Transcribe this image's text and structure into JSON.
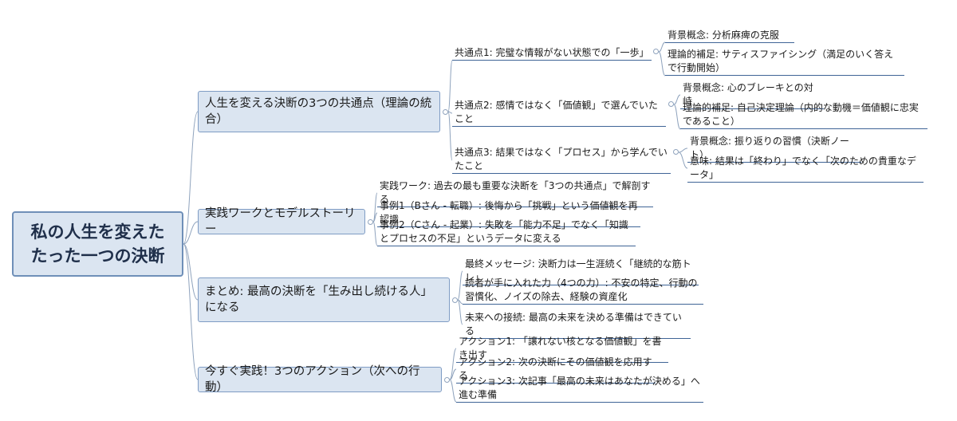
{
  "root": {
    "label": "私の人生を変えた\nたった一つの決断"
  },
  "branches": [
    {
      "label": "人生を変える決断の3つの共通点（理論の統合）",
      "children": [
        {
          "label": "共通点1: 完璧な情報がない状態での「一歩」",
          "children": [
            {
              "label": "背景概念: 分析麻痺の克服"
            },
            {
              "label": "理論的補足: サティスファイシング（満足のいく答えで行動開始）"
            }
          ]
        },
        {
          "label": "共通点2: 感情ではなく「価値観」で選んでいたこと",
          "children": [
            {
              "label": "背景概念: 心のブレーキとの対峙"
            },
            {
              "label": "理論的補足: 自己決定理論（内的な動機＝価値観に忠実であること）"
            }
          ]
        },
        {
          "label": "共通点3: 結果ではなく「プロセス」から学んでいたこと",
          "children": [
            {
              "label": "背景概念: 振り返りの習慣（決断ノート）"
            },
            {
              "label": "意味: 結果は「終わり」でなく「次のための貴重なデータ」"
            }
          ]
        }
      ]
    },
    {
      "label": "実践ワークとモデルストーリー",
      "children": [
        {
          "label": "実践ワーク: 過去の最も重要な決断を「3つの共通点」で解剖する"
        },
        {
          "label": "事例1（Bさん - 転職）: 後悔から「挑戦」という価値観を再認識"
        },
        {
          "label": "事例2（Cさん - 起業）: 失敗を「能力不足」でなく「知識とプロセスの不足」というデータに変える"
        }
      ]
    },
    {
      "label": "まとめ: 最高の決断を「生み出し続ける人」になる",
      "children": [
        {
          "label": "最終メッセージ: 決断力は一生涯続く「継続的な筋トレ」"
        },
        {
          "label": "読者が手に入れた力（4つの力）: 不安の特定、行動の習慣化、ノイズの除去、経験の資産化"
        },
        {
          "label": "未来への接続: 最高の未来を決める準備はできている"
        }
      ]
    },
    {
      "label": "今すぐ実践！3つのアクション（次への行動）",
      "children": [
        {
          "label": "アクション1: 「譲れない核となる価値観」を書き出す"
        },
        {
          "label": "アクション2: 次の決断にその価値観を応用する"
        },
        {
          "label": "アクション3: 次記事「最高の未来はあなたが決める」へ進む準備"
        }
      ]
    }
  ]
}
